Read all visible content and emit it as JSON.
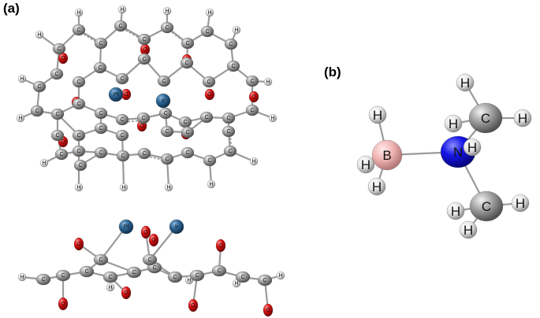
{
  "panels": {
    "a_label": "(a)",
    "b_label": "(b)"
  },
  "atom_labels": {
    "C": "C",
    "H": "H",
    "O": "O",
    "Pt": "Pt",
    "Ir": "Ir",
    "B": "B",
    "N": "N"
  },
  "colors": {
    "carbon": "#8c8c8c",
    "hydrogen": "#e8e8e8",
    "oxygen": "#d40000",
    "metal": "#2b5f8e",
    "boron": "#f0b3b3",
    "nitrogen": "#1a1ae6",
    "bond": "#9a9a9a"
  },
  "icons": {
    "molecule_top_view": "ball-and-stick-molecule",
    "molecule_side_view": "ball-and-stick-molecule",
    "amine_borane": "ball-and-stick-molecule"
  }
}
